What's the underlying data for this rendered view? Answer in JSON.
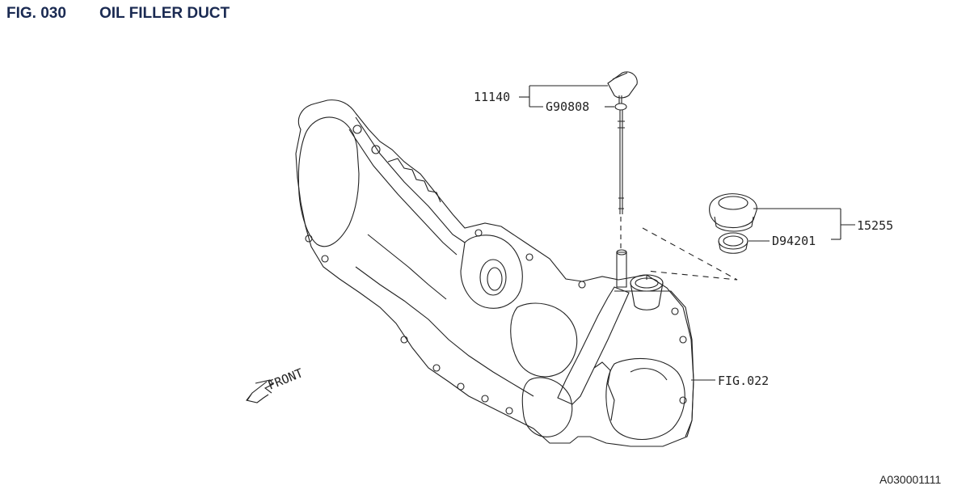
{
  "header": {
    "fig_number": "FIG. 030",
    "fig_title": "OIL FILLER DUCT"
  },
  "callouts": {
    "part_11140": "11140",
    "part_g90808": "G90808",
    "part_15255": "15255",
    "part_d94201": "D94201",
    "ref_fig022": "FIG.022",
    "front": "FRONT"
  },
  "footer": {
    "drawing_code": "A030001111"
  },
  "colors": {
    "title": "#1a2a52",
    "line": "#222222"
  }
}
